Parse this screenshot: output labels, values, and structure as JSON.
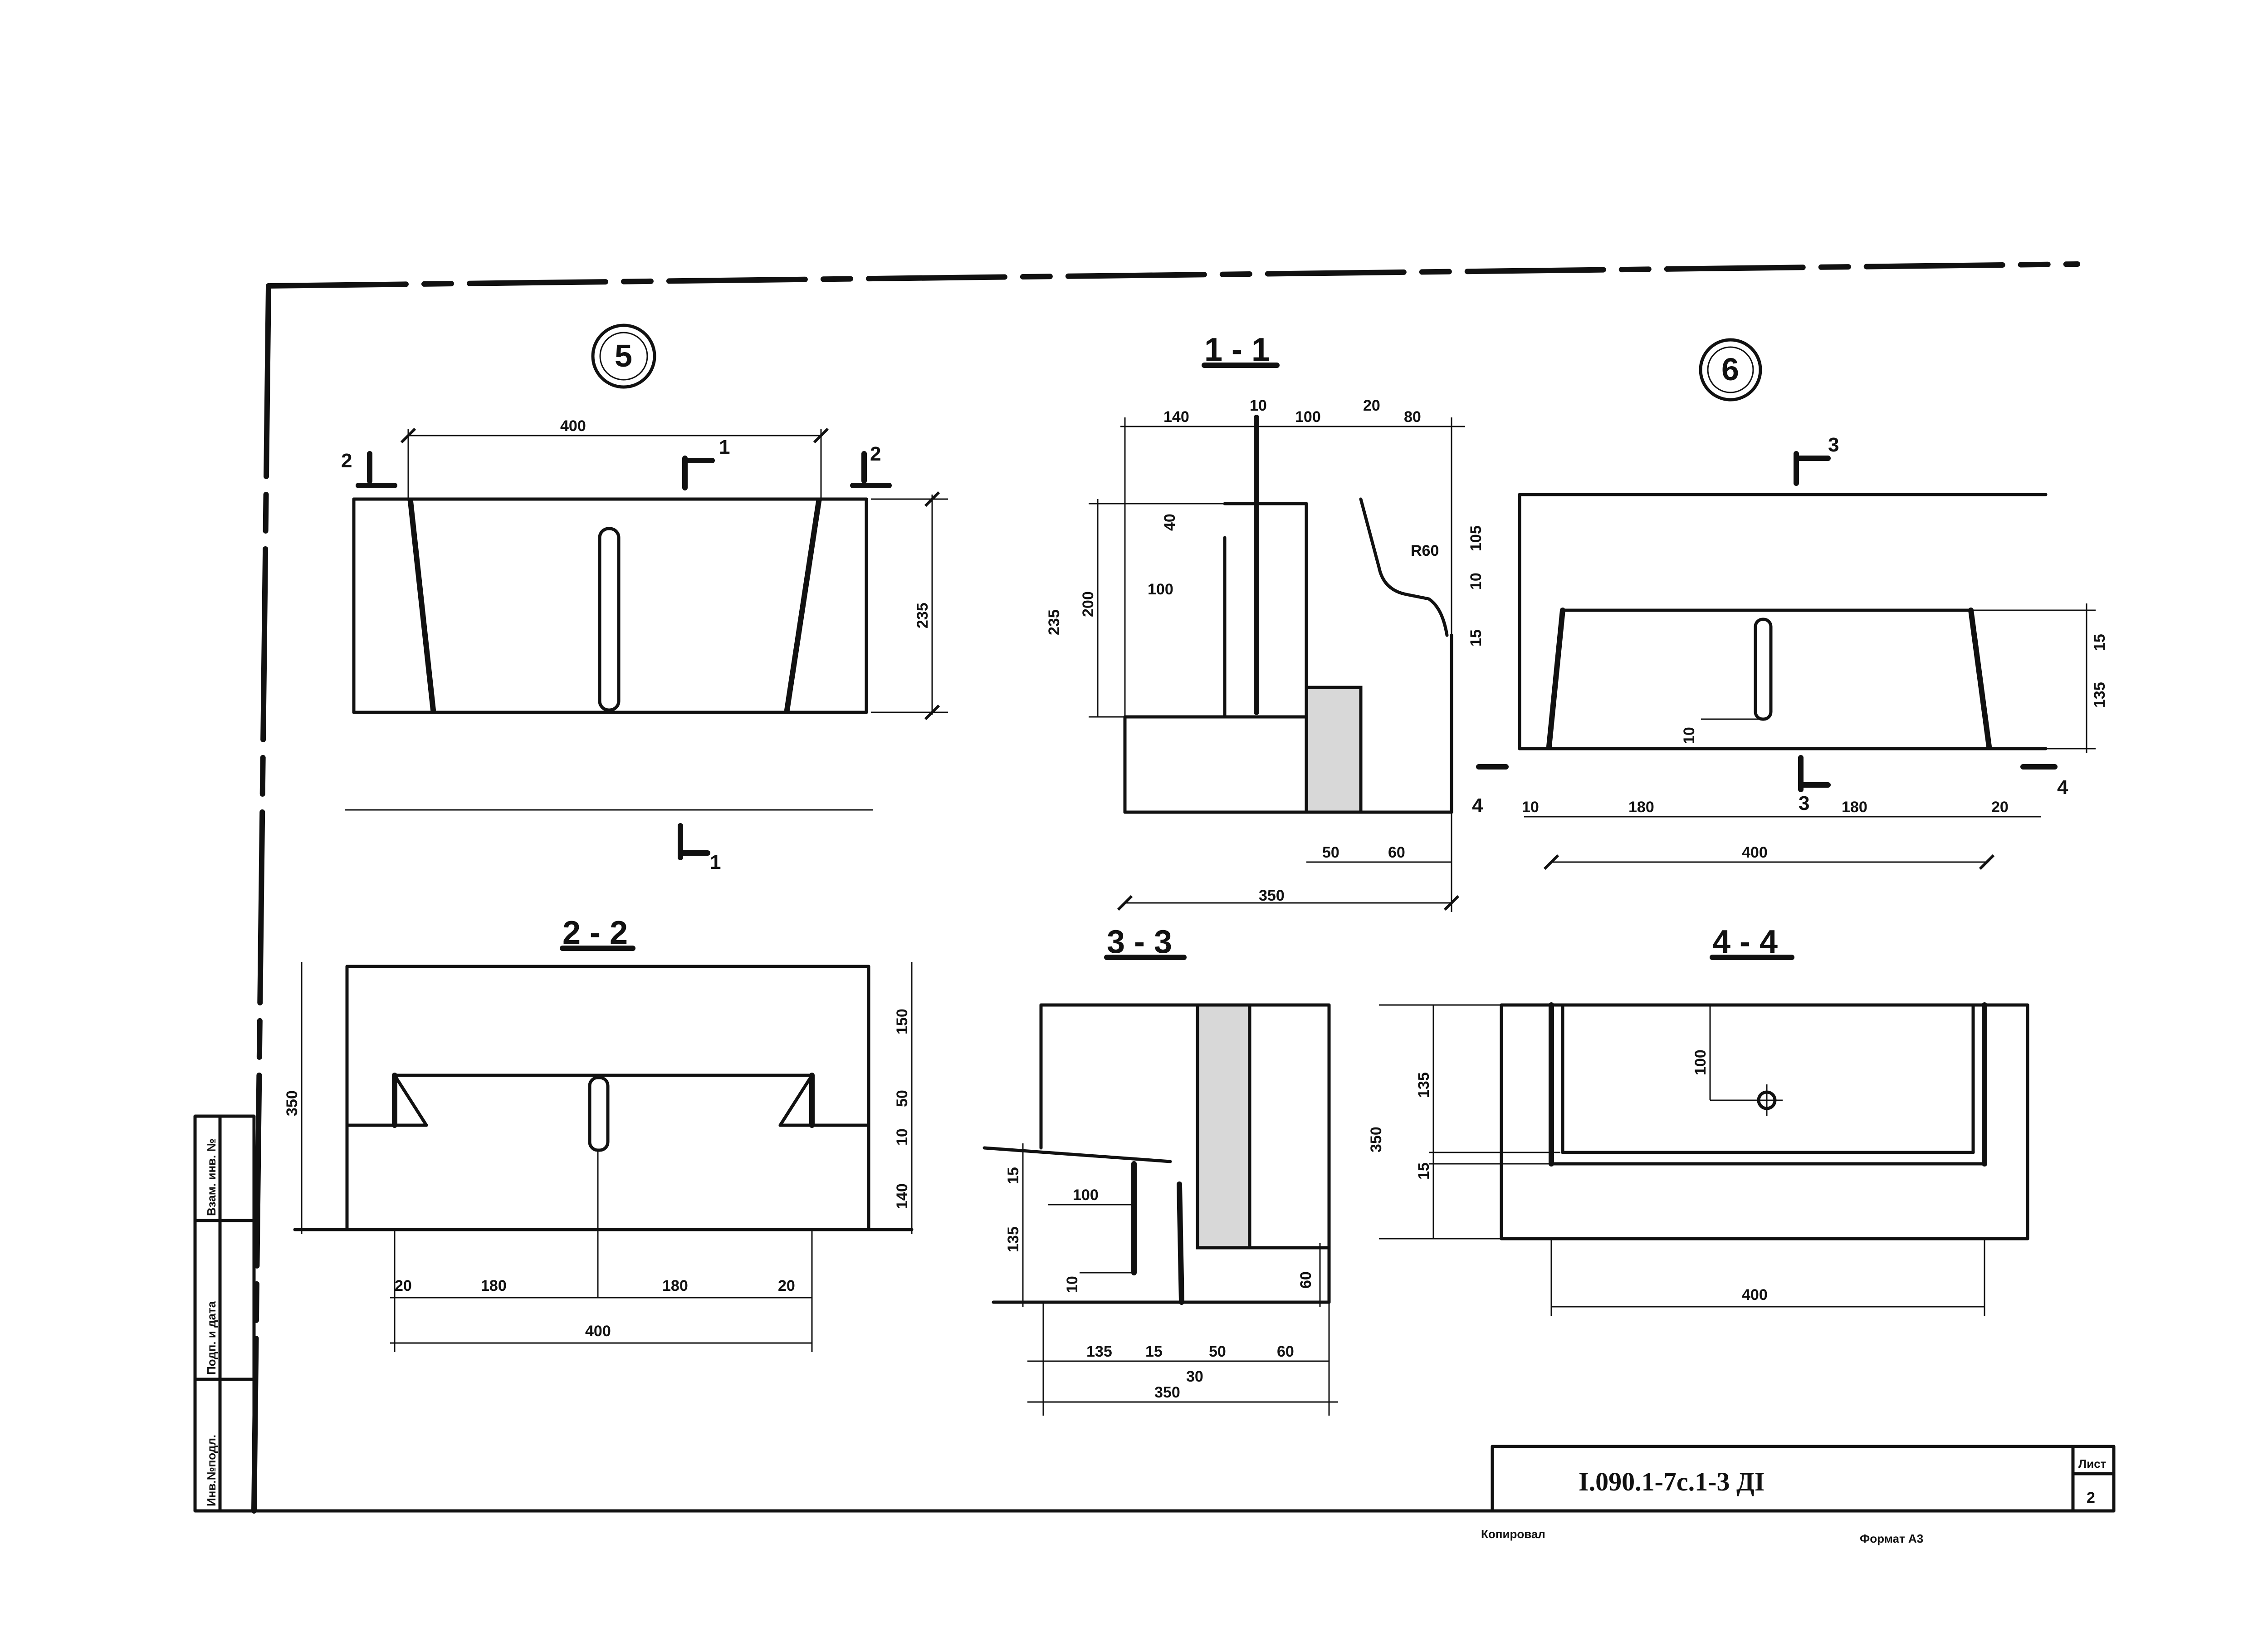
{
  "drawing": {
    "callouts": {
      "detail_5": "5",
      "detail_6": "6"
    },
    "section_titles": {
      "s11": "1 - 1",
      "s22": "2 - 2",
      "s33": "3 - 3",
      "s44": "4 - 4"
    },
    "cut_marks": {
      "one": "1",
      "two": "2",
      "three": "3",
      "four": "4"
    },
    "dims": {
      "d400": "400",
      "d235": "235",
      "d140": "140",
      "d10": "10",
      "d100": "100",
      "d20": "20",
      "d80": "80",
      "d40": "40",
      "d200": "200",
      "dR60": "R60",
      "d105": "105",
      "d15": "15",
      "d50": "50",
      "d60": "60",
      "d350": "350",
      "d135": "135",
      "d180": "180",
      "d150": "150",
      "d30": "30"
    }
  },
  "stamp": {
    "doc_code": "I.090.1-7c.1-3 ДI",
    "sheet_label": "Лист",
    "sheet_number": "2",
    "copied_label": "Копировал",
    "format_label": "Формат А3"
  },
  "side_stamp": {
    "inv_no": "Инв.№подл.",
    "sign_date": "Подп. и дата",
    "replaced_inv": "Взам. инв. №"
  }
}
